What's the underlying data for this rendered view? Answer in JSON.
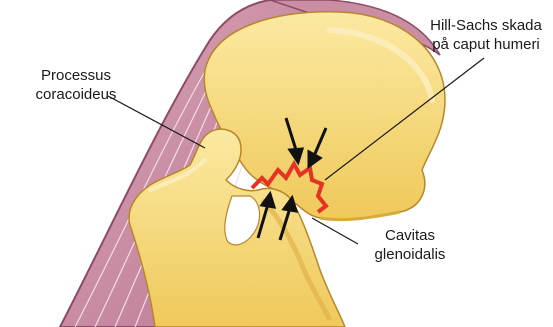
{
  "labels": {
    "coracoid": {
      "line1": "Processus",
      "line2": "coracoideus"
    },
    "hill_sachs": {
      "line1": "Hill-Sachs skada",
      "line2": "på caput humeri"
    },
    "glenoid": {
      "line1": "Cavitas",
      "line2": "glenoidalis"
    }
  },
  "colors": {
    "bone_fill": "#f7dc7a",
    "bone_shadow": "#e3b83f",
    "bone_outline": "#b8862a",
    "muscle_fill": "#c98ea4",
    "muscle_line": "#8e4a66",
    "lesion": "#e53222",
    "arrow": "#111111"
  }
}
